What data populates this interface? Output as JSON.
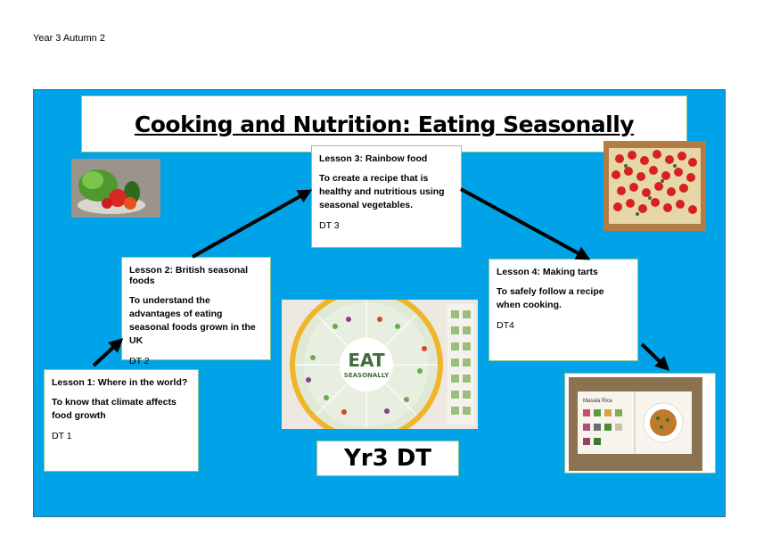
{
  "header": {
    "text": "Year 3 Autumn 2"
  },
  "title": "Cooking and Nutrition: Eating Seasonally",
  "lessons": [
    {
      "title": "Lesson 1: Where in the world?",
      "objective": "To know that climate affects food growth",
      "code": "DT 1"
    },
    {
      "title": "Lesson 2: British seasonal foods",
      "objective": "To understand the advantages of eating seasonal foods grown in the UK",
      "code": "DT 2"
    },
    {
      "title": "Lesson 3: Rainbow food",
      "objective": "To create a recipe that is healthy and nutritious using seasonal vegetables.",
      "code": "DT 3"
    },
    {
      "title": "Lesson 4: Making tarts",
      "objective": "To safely follow a recipe when cooking.",
      "code": "DT4"
    }
  ],
  "badge": "Yr3 DT",
  "poster": {
    "word1": "EAT",
    "word2": "SEASONALLY"
  },
  "recipe_book": {
    "title": "Masala Rice"
  },
  "colors": {
    "board": "#00a3e8",
    "card_border": "#86c78b",
    "arrow": "#000000"
  }
}
